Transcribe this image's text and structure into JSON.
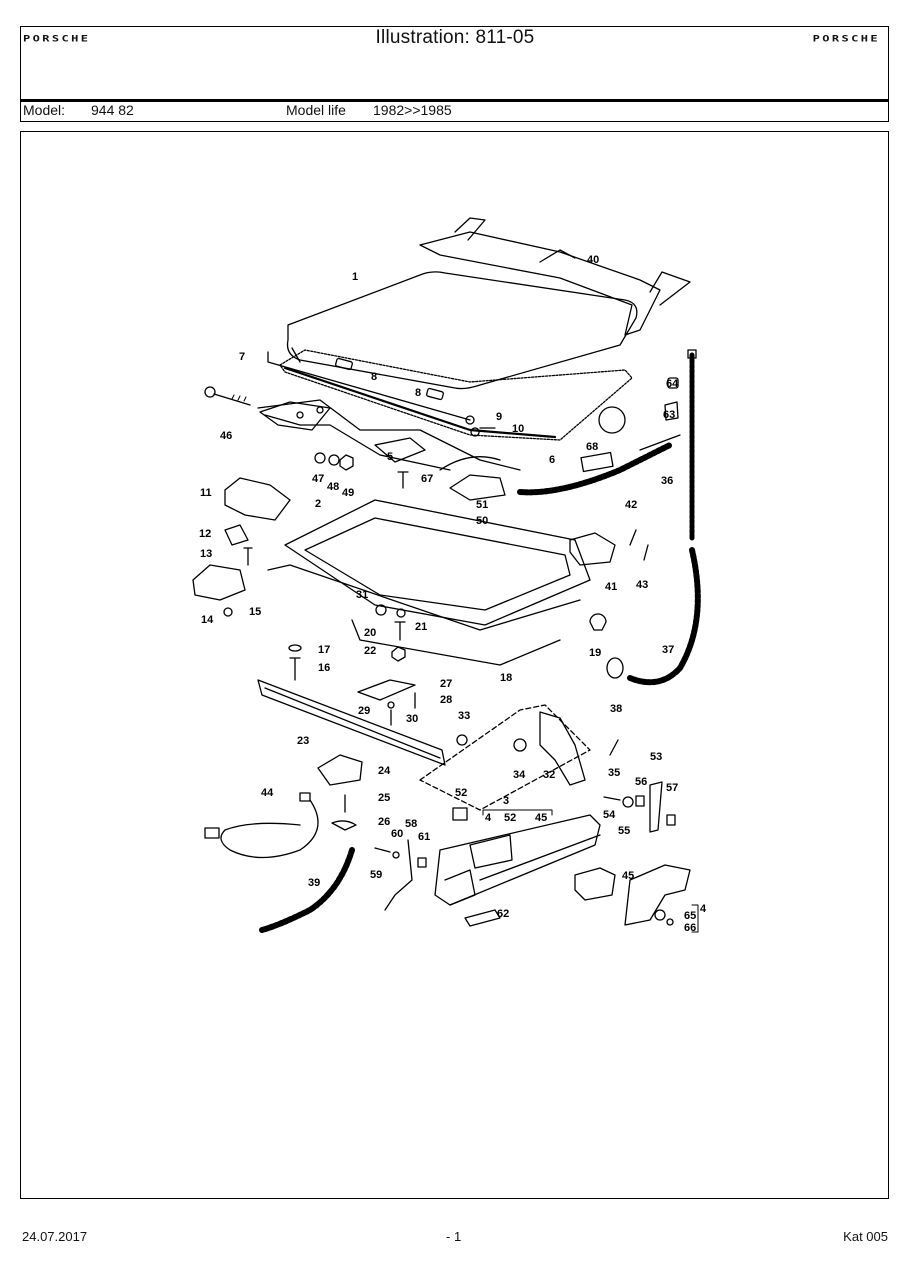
{
  "header": {
    "title": "Illustration: 811-05",
    "brand_left": "PORSCHE",
    "brand_right": "PORSCHE",
    "model_label": "Model:",
    "model_value": "944 82",
    "model_life_label": "Model life",
    "model_life_value": "1982>>1985"
  },
  "parts": [
    {
      "n": "1"
    },
    {
      "n": "40"
    },
    {
      "n": "7"
    },
    {
      "n": "8a",
      "t": "8"
    },
    {
      "n": "8b",
      "t": "8"
    },
    {
      "n": "64"
    },
    {
      "n": "63"
    },
    {
      "n": "46"
    },
    {
      "n": "9"
    },
    {
      "n": "10"
    },
    {
      "n": "47"
    },
    {
      "n": "48"
    },
    {
      "n": "49"
    },
    {
      "n": "5"
    },
    {
      "n": "67"
    },
    {
      "n": "6"
    },
    {
      "n": "68"
    },
    {
      "n": "36"
    },
    {
      "n": "11"
    },
    {
      "n": "2"
    },
    {
      "n": "51"
    },
    {
      "n": "50"
    },
    {
      "n": "42"
    },
    {
      "n": "12"
    },
    {
      "n": "13"
    },
    {
      "n": "41"
    },
    {
      "n": "43"
    },
    {
      "n": "14"
    },
    {
      "n": "15"
    },
    {
      "n": "31"
    },
    {
      "n": "21"
    },
    {
      "n": "20"
    },
    {
      "n": "22"
    },
    {
      "n": "17"
    },
    {
      "n": "16"
    },
    {
      "n": "19"
    },
    {
      "n": "18"
    },
    {
      "n": "37"
    },
    {
      "n": "27"
    },
    {
      "n": "28"
    },
    {
      "n": "29"
    },
    {
      "n": "30"
    },
    {
      "n": "38"
    },
    {
      "n": "33"
    },
    {
      "n": "23"
    },
    {
      "n": "53"
    },
    {
      "n": "34"
    },
    {
      "n": "32"
    },
    {
      "n": "35"
    },
    {
      "n": "24"
    },
    {
      "n": "56"
    },
    {
      "n": "57"
    },
    {
      "n": "44"
    },
    {
      "n": "25"
    },
    {
      "n": "52a",
      "t": "52"
    },
    {
      "n": "3"
    },
    {
      "n": "4a",
      "t": "4"
    },
    {
      "n": "52b",
      "t": "52"
    },
    {
      "n": "45a",
      "t": "45"
    },
    {
      "n": "54"
    },
    {
      "n": "55"
    },
    {
      "n": "26"
    },
    {
      "n": "58"
    },
    {
      "n": "60"
    },
    {
      "n": "61"
    },
    {
      "n": "59"
    },
    {
      "n": "39"
    },
    {
      "n": "45b",
      "t": "45"
    },
    {
      "n": "62"
    },
    {
      "n": "4b",
      "t": "4"
    },
    {
      "n": "65"
    },
    {
      "n": "66"
    }
  ],
  "footer": {
    "date": "24.07.2017",
    "page": "- 1",
    "catalog": "Kat 005"
  }
}
